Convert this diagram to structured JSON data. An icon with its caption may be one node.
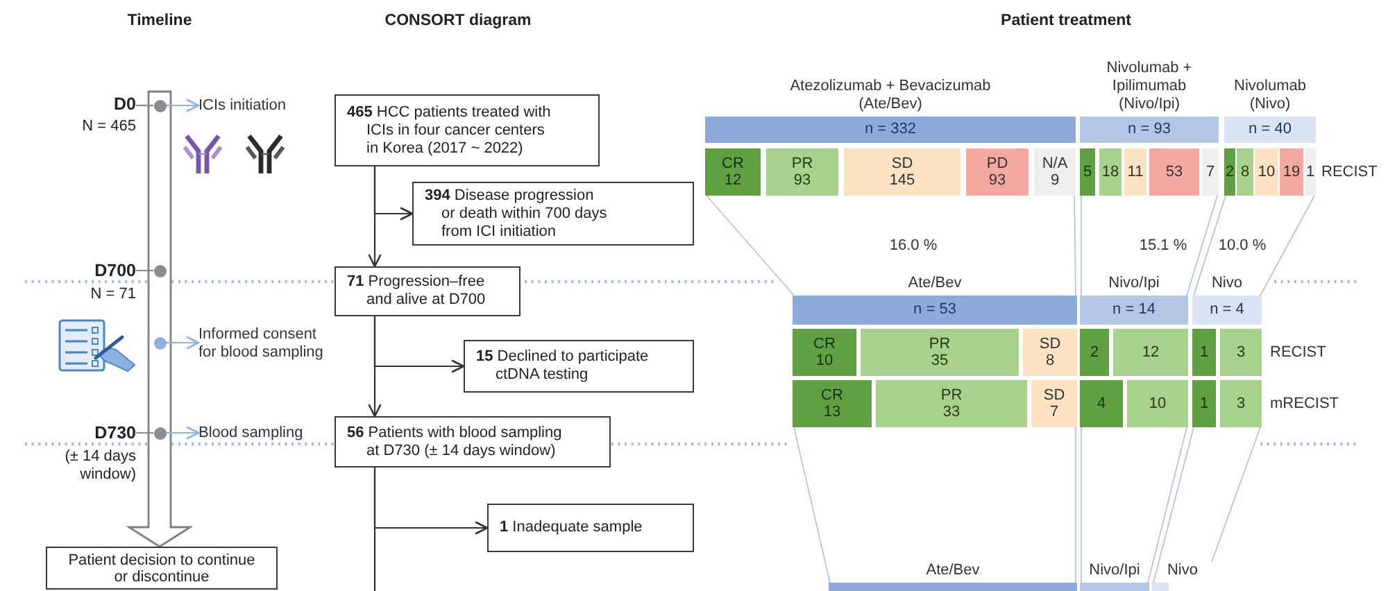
{
  "diagram": {
    "nodes": [
      {
        "text": [
          "D0",
          "N = 465"
        ]
      },
      {
        "text": [],
        "shape": "circle"
      },
      {
        "text": [
          "ICIs initiation"
        ]
      },
      {
        "text": [
          "D700",
          "N = 71"
        ]
      },
      {
        "text": [],
        "shape": "circle"
      },
      {
        "text": [],
        "shape": "circle"
      },
      {
        "text": [
          "Informed consent for blood sampling"
        ]
      },
      {
        "text": [
          "D730",
          "(± 14 days window)"
        ]
      },
      {
        "text": [],
        "shape": "circle"
      },
      {
        "text": [
          "Blood sampling"
        ]
      },
      {
        "text": [
          "Patient decision to continue or discontinue"
        ]
      },
      {
        "text": [
          "**465** HCC patients treated with ICIs in four cancer centers in Korea (2017 ~ 2022)"
        ]
      },
      {
        "text": [
          "**394** Disease progression or death within 700 days from ICI initiation"
        ]
      },
      {
        "text": [
          "**71** Progression–free and alive at D700"
        ]
      },
      {
        "text": [
          "**15** Declined to participate ctDNA testing"
        ]
      },
      {
        "text": [
          "**56** Patients with blood sampling at D730 (± 14 days window)"
        ]
      },
      {
        "text": [
          "**1** Inadequate sample"
        ]
      },
      {
        "text": [
          "Atezolizumab + Bevacizumab (Ate/Bev)",
          "n = 332"
        ]
      },
      {
        "text": [
          "Nivolumab + Ipilimumab (Nivo/Ipi)",
          "n = 93"
        ]
      },
      {
        "text": [
          "Nivolumab (Nivo)",
          "n = 40"
        ]
      },
      {
        "text": [
          "CR",
          "12"
        ]
      },
      {
        "text": [
          "PR",
          "93"
        ]
      },
      {
        "text": [
          "SD",
          "145"
        ]
      },
      {
        "text": [
          "PD",
          "93"
        ]
      },
      {
        "text": [
          "N/A",
          "9"
        ]
      },
      {
        "text": [
          "5"
        ]
      },
      {
        "text": [
          "18"
        ]
      },
      {
        "text": [
          "11"
        ]
      },
      {
        "text": [
          "53"
        ]
      },
      {
        "text": [
          "7"
        ]
      },
      {
        "text": [
          "2"
        ]
      },
      {
        "text": [
          "8"
        ]
      },
      {
        "text": [
          "10"
        ]
      },
      {
        "text": [
          "19"
        ]
      },
      {
        "text": [
          "1"
        ]
      },
      {
        "text": [
          "Ate/Bev",
          "n = 53"
        ]
      },
      {
        "text": [
          "Nivo/Ipi",
          "n = 14"
        ]
      },
      {
        "text": [
          "Nivo",
          "n = 4"
        ]
      },
      {
        "text": [
          "CR",
          "10"
        ]
      },
      {
        "text": [
          "PR",
          "35"
        ]
      },
      {
        "text": [
          "SD",
          "8"
        ]
      },
      {
        "text": [
          "2"
        ]
      },
      {
        "text": [
          "12"
        ]
      },
      {
        "text": [
          "1"
        ]
      },
      {
        "text": [
          "3"
        ]
      },
      {
        "text": [
          "CR",
          "13"
        ]
      },
      {
        "text": [
          "PR",
          "33"
        ]
      },
      {
        "text": [
          "SD",
          "7"
        ]
      },
      {
        "text": [
          "4"
        ]
      },
      {
        "text": [
          "10"
        ]
      },
      {
        "text": [
          "1"
        ]
      },
      {
        "text": [
          "3"
        ]
      },
      {
        "text": [
          "Ate/Bev"
        ]
      },
      {
        "text": [
          "Nivo/Ipi"
        ]
      },
      {
        "text": [
          "Nivo"
        ]
      }
    ],
    "edges": [
      {
        "from": 0,
        "to": 1,
        "arrow": "none",
        "color": "#8c8c8c"
      },
      {
        "from": 1,
        "to": 2,
        "arrow": "to",
        "color": "#8fb0e0"
      },
      {
        "from": 3,
        "to": 4,
        "arrow": "none",
        "color": "#8c8c8c"
      },
      {
        "from": 5,
        "to": 6,
        "arrow": "to",
        "color": "#8fb0e0"
      },
      {
        "from": 7,
        "to": 8,
        "arrow": "none",
        "color": "#8c8c8c"
      },
      {
        "from": 8,
        "to": 9,
        "arrow": "to",
        "color": "#8fb0e0"
      },
      {
        "from": null,
        "to": 10,
        "arrow": "to",
        "style": "thick",
        "color": "#7f7f7f"
      },
      {
        "from": 11,
        "to": 13,
        "arrow": "to",
        "color": "#333333"
      },
      {
        "from": 11,
        "to": 12,
        "arrow": "to",
        "color": "#333333"
      },
      {
        "from": 13,
        "to": 15,
        "arrow": "to",
        "color": "#333333"
      },
      {
        "from": 13,
        "to": 14,
        "arrow": "to",
        "color": "#333333"
      },
      {
        "from": 15,
        "to": 16,
        "arrow": "to",
        "color": "#333333"
      },
      {
        "from": 15,
        "to": null,
        "arrow": "none",
        "color": "#333333"
      },
      {
        "from": 20,
        "to": 35,
        "arrow": "none",
        "color": "#b8c5d9"
      },
      {
        "from": 24,
        "to": 35,
        "arrow": "none",
        "color": "#b8c5d9"
      },
      {
        "from": 25,
        "to": 36,
        "arrow": "none",
        "color": "#b8c5d9"
      },
      {
        "from": 29,
        "to": 36,
        "arrow": "none",
        "color": "#b8c5d9"
      },
      {
        "from": 30,
        "to": 37,
        "arrow": "none",
        "color": "#b8c5d9"
      },
      {
        "from": 34,
        "to": 37,
        "arrow": "none",
        "color": "#b8c5d9"
      },
      {
        "from": 45,
        "to": 52,
        "arrow": "none",
        "color": "#b8c5d9"
      },
      {
        "from": 47,
        "to": 52,
        "arrow": "none",
        "color": "#b8c5d9"
      },
      {
        "from": 48,
        "to": 53,
        "arrow": "none",
        "color": "#b8c5d9"
      },
      {
        "from": 49,
        "to": 53,
        "arrow": "none",
        "color": "#b8c5d9"
      },
      {
        "from": 50,
        "to": 54,
        "arrow": "none",
        "color": "#b8c5d9"
      },
      {
        "from": 51,
        "to": 54,
        "arrow": "none",
        "color": "#b8c5d9"
      }
    ],
    "labels": [
      "Timeline",
      "CONSORT diagram",
      "Patient treatment",
      "RECIST",
      "16.0 %",
      "15.1 %",
      "10.0 %",
      "RECIST",
      "mRECIST"
    ]
  }
}
